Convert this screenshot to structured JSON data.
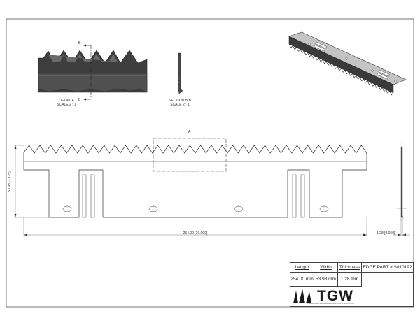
{
  "detail": {
    "section_marker": "B",
    "title": "DETAIL  A",
    "scale": "SCALE 2 : 1"
  },
  "section": {
    "title": "SECTION B-B",
    "scale": "SCALE 2 : 1"
  },
  "main": {
    "detail_ref": "A",
    "height_dim": "53.98 [2.125]",
    "length_dim": "254.00 [10.000]",
    "thickness_dim": "1.28 [0.050]"
  },
  "title_block": {
    "headers": [
      "Length",
      "Width",
      "Thickness"
    ],
    "values": [
      "254.00 mm",
      "53.98 mm",
      "1.28 mm"
    ],
    "part_label": "EDGE PART # S010192",
    "logo_text": "TGW",
    "logo_tagline": "THE WORLD'S LEADING MANUFACTURING SOLUTIONS"
  },
  "colors": {
    "line": "#333333",
    "part_dark": "#3b3b3b",
    "part_mid": "#6e6e6e",
    "part_light": "#c9c9c9"
  }
}
